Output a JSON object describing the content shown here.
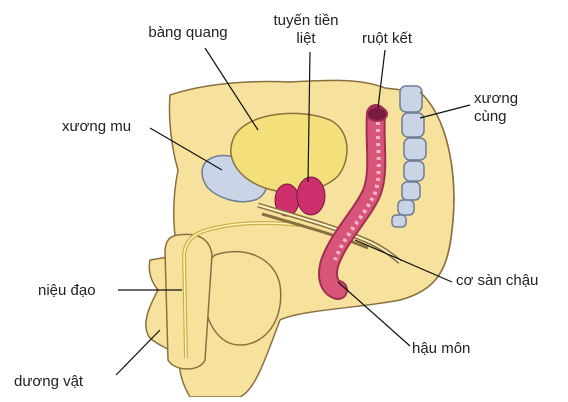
{
  "labels": {
    "bang_quang": "bàng quang",
    "tuyen_tien_liet_1": "tuyến tiền",
    "tuyen_tien_liet_2": "liệt",
    "ruot_ket": "ruột kết",
    "xuong_cung_1": "xương",
    "xuong_cung_2": "cùng",
    "xuong_mu": "xương mu",
    "nieu_dao": "niệu đạo",
    "co_san_chau": "cơ sàn chậu",
    "hau_mon": "hậu môn",
    "duong_vat": "dương vật"
  },
  "colors": {
    "skin": "#f6e29c",
    "skin_outline": "#8a7040",
    "bladder": "#f3e07a",
    "prostate": "#cc2f6c",
    "colon": "#d8557a",
    "colon_light": "#f2b7c4",
    "bone": "#c9d4e6",
    "bone_outline": "#6f7c93",
    "leader": "#111111"
  }
}
